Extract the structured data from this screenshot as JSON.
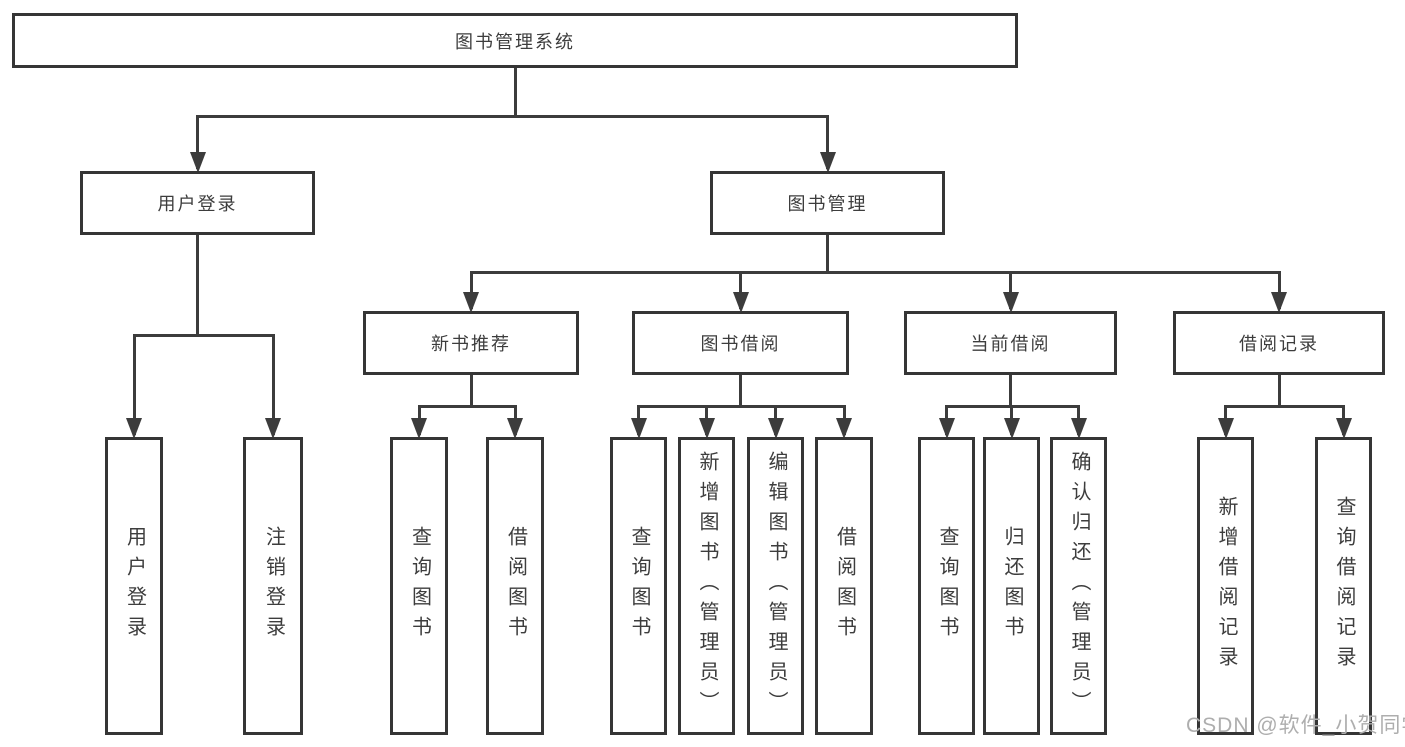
{
  "colors": {
    "line": "#3c3c3c",
    "box_border": "#353535",
    "box_fill": "#ffffff",
    "text": "#3d3d3d",
    "watermark": "#aeaeae",
    "background": "#ffffff"
  },
  "watermark": {
    "text": "CSDN @软件_小贺同学"
  },
  "diagram": {
    "root": {
      "id": "root",
      "label": "图书管理系统",
      "children": [
        {
          "id": "user-login",
          "label": "用户登录",
          "children": [
            {
              "id": "leaf-user-login",
              "label": "用户登录"
            },
            {
              "id": "leaf-logout",
              "label": "注销登录"
            }
          ]
        },
        {
          "id": "book-mgmt",
          "label": "图书管理",
          "children": [
            {
              "id": "new-book-rec",
              "label": "新书推荐",
              "children": [
                {
                  "id": "nbr-query-book",
                  "label": "查询图书"
                },
                {
                  "id": "nbr-borrow-book",
                  "label": "借阅图书"
                }
              ]
            },
            {
              "id": "book-borrow",
              "label": "图书借阅",
              "children": [
                {
                  "id": "bb-query-book",
                  "label": "查询图书"
                },
                {
                  "id": "bb-add-book",
                  "label": "新增图书（管理员）"
                },
                {
                  "id": "bb-edit-book",
                  "label": "编辑图书（管理员）"
                },
                {
                  "id": "bb-borrow-book",
                  "label": "借阅图书"
                }
              ]
            },
            {
              "id": "current-borrow",
              "label": "当前借阅",
              "children": [
                {
                  "id": "cb-query-book",
                  "label": "查询图书"
                },
                {
                  "id": "cb-return-book",
                  "label": "归还图书"
                },
                {
                  "id": "cb-confirm-return",
                  "label": "确认归还（管理员）"
                }
              ]
            },
            {
              "id": "borrow-records",
              "label": "借阅记录",
              "children": [
                {
                  "id": "br-add-record",
                  "label": "新增借阅记录"
                },
                {
                  "id": "br-query-record",
                  "label": "查询借阅记录"
                }
              ]
            }
          ]
        }
      ]
    }
  }
}
